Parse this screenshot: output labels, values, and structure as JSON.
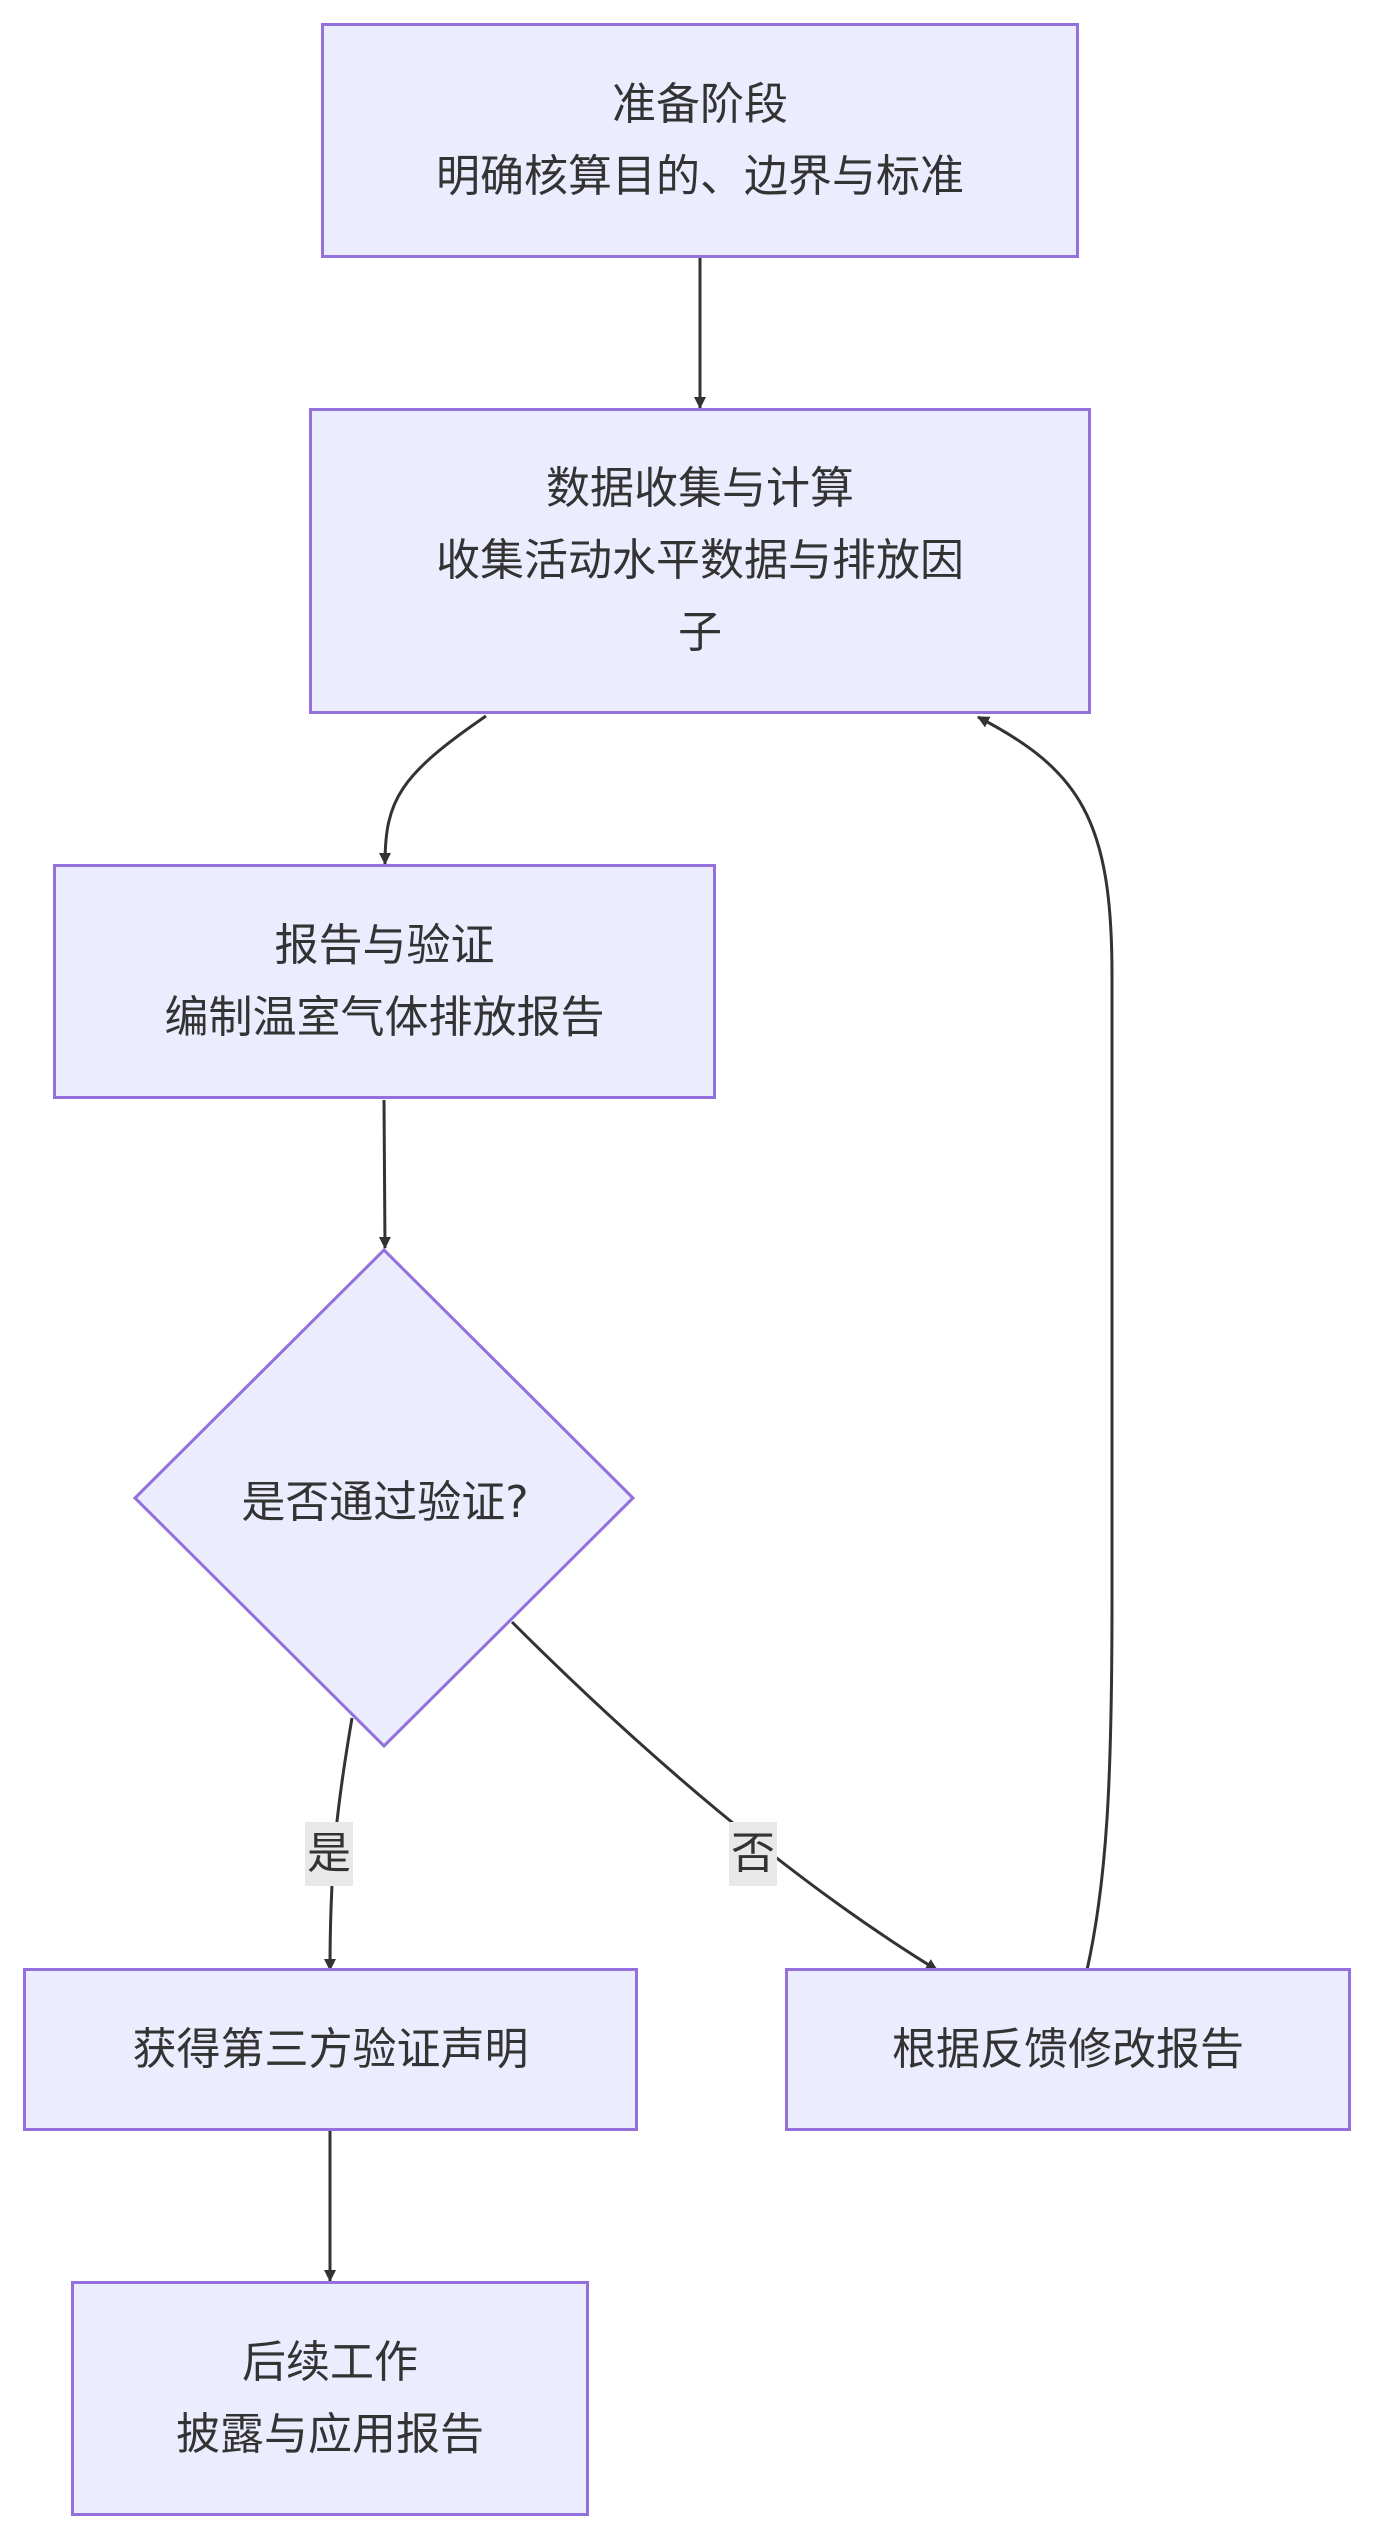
{
  "nodes": {
    "prep": {
      "title": "准备阶段",
      "desc": "明确核算目的、边界与标准"
    },
    "data": {
      "title": "数据收集与计算",
      "desc_line1": "收集活动水平数据与排放因",
      "desc_line2": "子"
    },
    "report": {
      "title": "报告与验证",
      "desc": "编制温室气体排放报告"
    },
    "decision": {
      "label": "是否通过验证?"
    },
    "obtain": {
      "label": "获得第三方验证声明"
    },
    "revise": {
      "label": "根据反馈修改报告"
    },
    "followup": {
      "title": "后续工作",
      "desc": "披露与应用报告"
    }
  },
  "edges": {
    "yes_label": "是",
    "no_label": "否"
  },
  "colors": {
    "node_fill": "#ECECFF",
    "node_stroke": "#9370DB",
    "edge": "#333333",
    "edge_label_bg": "#E8E8E8"
  }
}
